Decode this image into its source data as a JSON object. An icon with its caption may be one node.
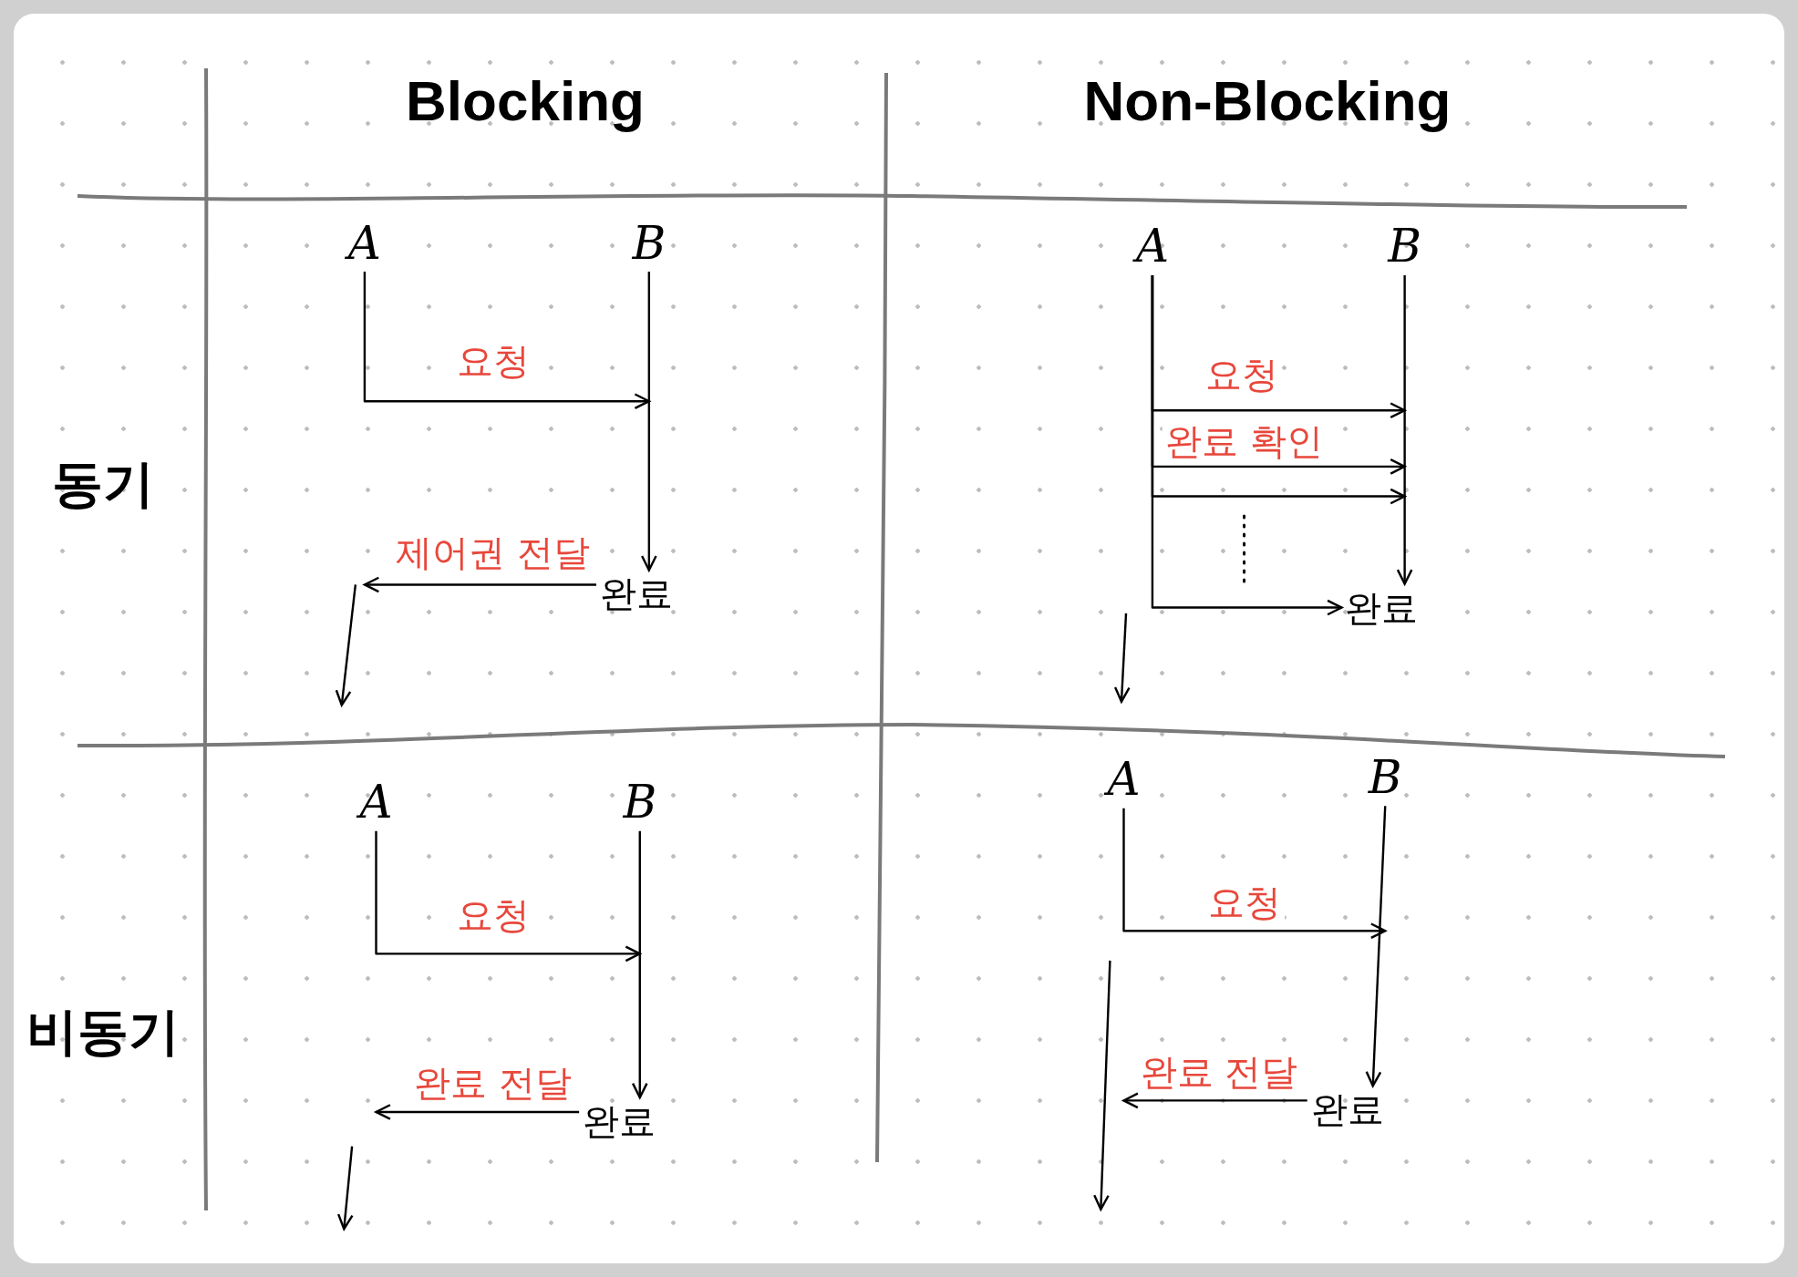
{
  "diagram": {
    "nodes": [
      {
        "text": [
          "A"
        ]
      },
      {
        "text": [
          "B"
        ]
      },
      {
        "text": [
          "완료"
        ]
      },
      {
        "text": [
          "A"
        ]
      },
      {
        "text": [
          "B"
        ]
      },
      {
        "text": [
          "완료"
        ]
      },
      {
        "text": [
          "A"
        ]
      },
      {
        "text": [
          "B"
        ]
      },
      {
        "text": [
          "완료"
        ]
      },
      {
        "text": [
          "A"
        ]
      },
      {
        "text": [
          "B"
        ]
      },
      {
        "text": [
          "완료"
        ]
      }
    ],
    "edges": [
      {
        "from": 0,
        "to": 1,
        "arrow": "to",
        "label": "요청"
      },
      {
        "from": 1,
        "to": 2,
        "arrow": "to"
      },
      {
        "from": 2,
        "to": null,
        "arrow": "to",
        "label": "제어권 전달"
      },
      {
        "from": 3,
        "to": 4,
        "arrow": "to",
        "label": "요청"
      },
      {
        "from": 3,
        "to": null,
        "arrow": "to",
        "label": "완료 확인"
      },
      {
        "from": 3,
        "to": null,
        "arrow": "to"
      },
      {
        "from": 3,
        "to": 5,
        "arrow": "to"
      },
      {
        "from": 4,
        "to": 5,
        "arrow": "to"
      },
      {
        "from": 6,
        "to": 7,
        "arrow": "to",
        "label": "요청"
      },
      {
        "from": 7,
        "to": 8,
        "arrow": "to"
      },
      {
        "from": 8,
        "to": null,
        "arrow": "to",
        "label": "완료 전달"
      },
      {
        "from": 9,
        "to": 10,
        "arrow": "to",
        "label": "요청"
      },
      {
        "from": 10,
        "to": 11,
        "arrow": "to"
      },
      {
        "from": 11,
        "to": null,
        "arrow": "to",
        "label": "완료 전달"
      }
    ],
    "labels": [
      "Blocking",
      "Non-Blocking",
      "동기",
      "비동기"
    ]
  }
}
